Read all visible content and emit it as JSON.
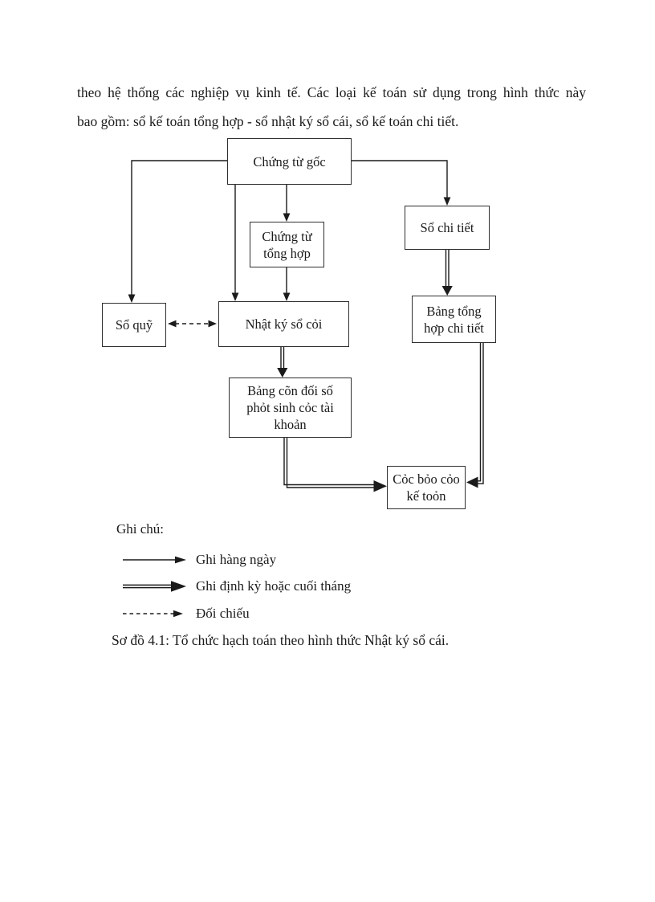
{
  "page": {
    "paragraph_lines": [
      "theo hệ thống các nghiệp vụ kinh tế. Các loại kế toán sử dụng trong hình thức này",
      "bao gồm: sổ kế toán tổng hợp - sổ nhật ký sổ cái, sổ kế toán chi tiết."
    ],
    "caption": "Sơ đồ 4.1: Tổ chức hạch toán theo hình thức Nhật ký sổ cái."
  },
  "diagram": {
    "boxes": [
      {
        "id": "chung-tu-goc",
        "label": "Chứng từ gốc"
      },
      {
        "id": "chung-tu-tong-hop",
        "label": "Chứng từ\ntổng hợp"
      },
      {
        "id": "so-chi-tiet",
        "label": "Sổ chi tiết"
      },
      {
        "id": "so-quy",
        "label": "Sổ quỹ"
      },
      {
        "id": "nhat-ky-so-cai",
        "label": "Nhật ký sổ cỏi"
      },
      {
        "id": "bang-tong-hop-chi-tiet",
        "label": "Bảng tổng\nhợp chi tiết"
      },
      {
        "id": "bang-can-doi-so-phat-sinh",
        "label": "Bảng cõn đối số\nphỏt sinh cỏc tài\nkhoản"
      },
      {
        "id": "cac-bao-cao-ke-toan",
        "label": "Cỏc bỏo cỏo\nkế toỏn"
      }
    ]
  },
  "legend": {
    "title": "Ghi chú:",
    "items": [
      {
        "arrow": "solid",
        "label": "Ghi hàng ngày"
      },
      {
        "arrow": "double",
        "label": "Ghi định kỳ hoặc cuối tháng"
      },
      {
        "arrow": "dashed",
        "label": "Đối chiếu"
      }
    ]
  },
  "colors": {
    "ink": "#1b1b1b",
    "paper": "#ffffff"
  }
}
